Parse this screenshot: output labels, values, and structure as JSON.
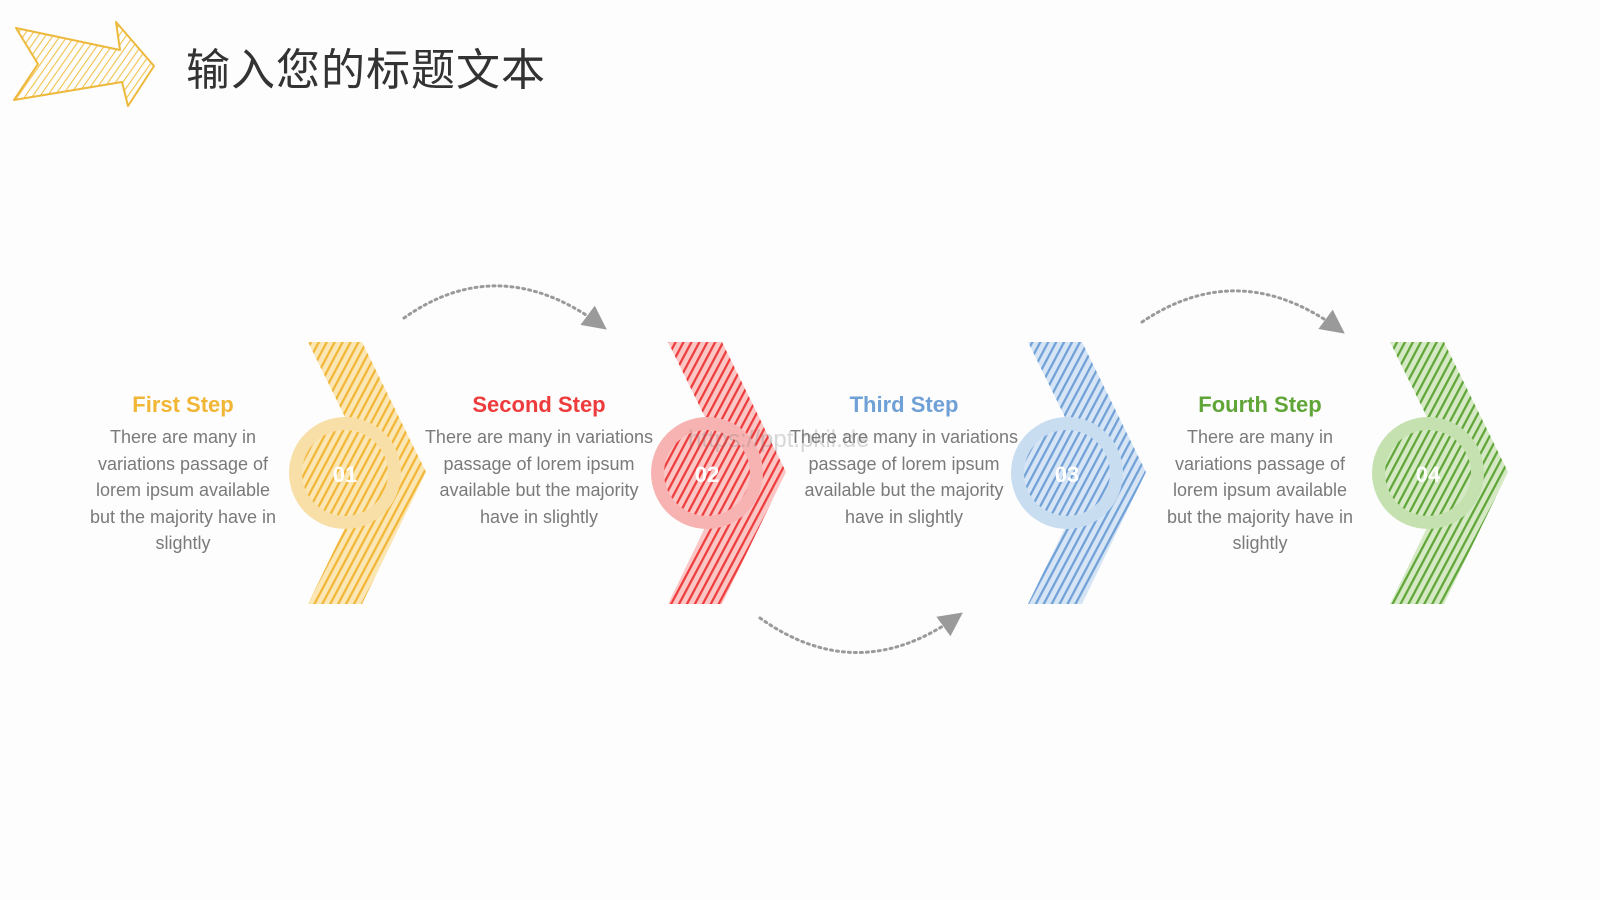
{
  "slide": {
    "title": "输入您的标题文本",
    "watermark": "https://ppt.pkil.de"
  },
  "steps": [
    {
      "number": "01",
      "title": "First Step",
      "description": "There are many in variations passage of lorem ipsum available but the majority have in slightly",
      "color": "#F2B636",
      "ring_color": "#F8DFA8"
    },
    {
      "number": "02",
      "title": "Second Step",
      "description": "There are many in variations passage of lorem ipsum available but the majority have in slightly",
      "color": "#EE3B3C",
      "ring_color": "#F7B3B2"
    },
    {
      "number": "03",
      "title": "Third Step",
      "description": "There are many in variations passage of lorem ipsum available but the majority have in slightly",
      "color": "#6FA0D6",
      "ring_color": "#C9DDF1"
    },
    {
      "number": "04",
      "title": "Fourth Step",
      "description": "There are many in variations passage of lorem ipsum available but the majority have in slightly",
      "color": "#5FA538",
      "ring_color": "#C5E1B0"
    }
  ],
  "icons": {
    "logo": "sketch-arrow-icon",
    "connector": "dotted-curved-arrow-icon"
  },
  "colors": {
    "logo": "#F2C24C",
    "connector": "#9A9A9A",
    "title": "#333333",
    "body_text": "#7A7A7A"
  }
}
